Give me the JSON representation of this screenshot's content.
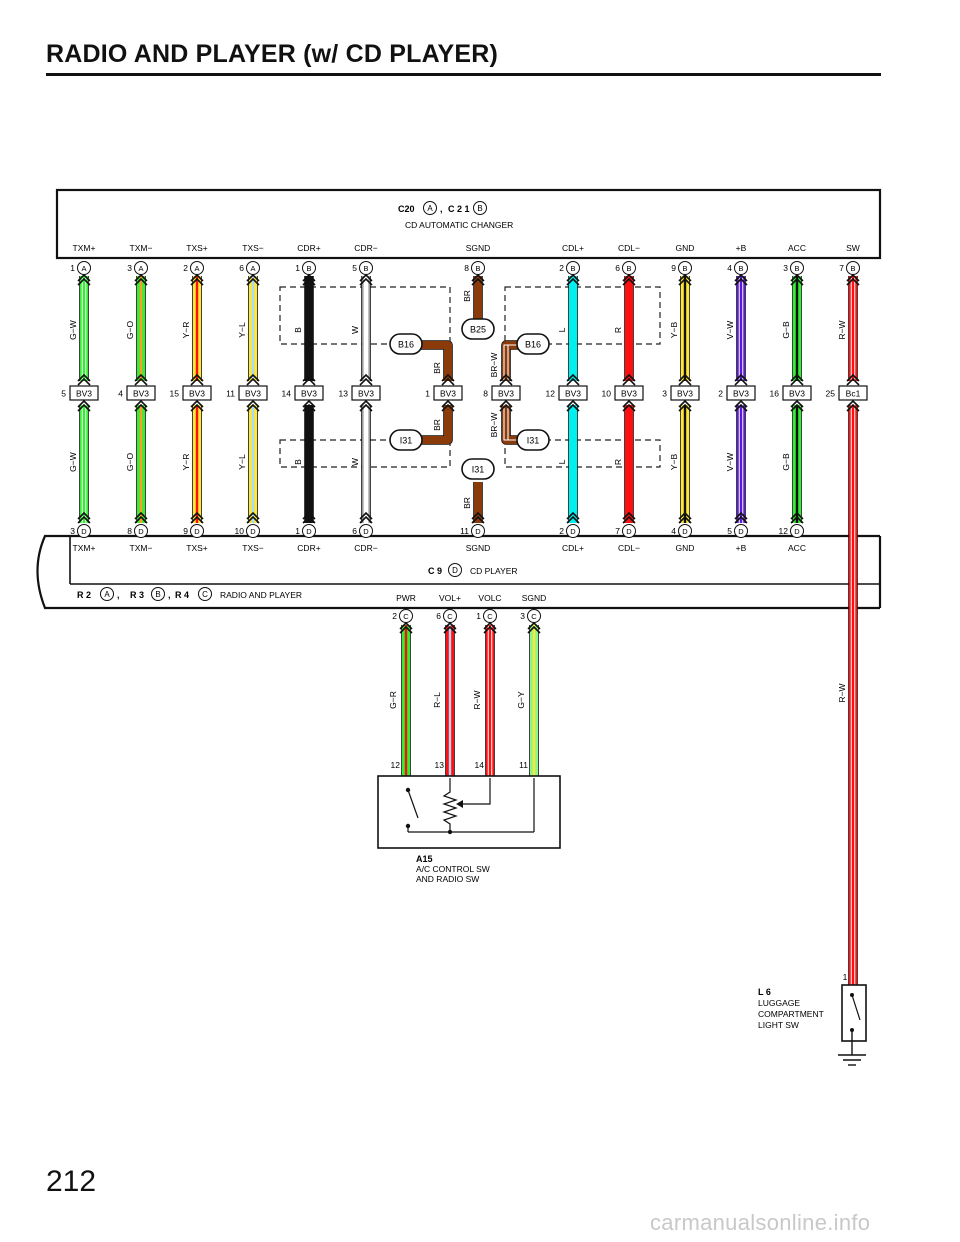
{
  "title": "RADIO AND PLAYER (w/ CD PLAYER)",
  "page_number": "212",
  "watermark": "carmanualsonline.info",
  "changer": {
    "code1": "C20",
    "letter1": "A",
    "code2": "C 2 1",
    "letter2": "B",
    "name": "CD AUTOMATIC CHANGER",
    "pins": [
      {
        "label": "TXM+",
        "num": "1",
        "conn": "A"
      },
      {
        "label": "TXM−",
        "num": "3",
        "conn": "A"
      },
      {
        "label": "TXS+",
        "num": "2",
        "conn": "A"
      },
      {
        "label": "TXS−",
        "num": "6",
        "conn": "A"
      },
      {
        "label": "CDR+",
        "num": "1",
        "conn": "B"
      },
      {
        "label": "CDR−",
        "num": "5",
        "conn": "B"
      },
      {
        "label": "SGND",
        "num": "8",
        "conn": "B"
      },
      {
        "label": "CDL+",
        "num": "2",
        "conn": "B"
      },
      {
        "label": "CDL−",
        "num": "6",
        "conn": "B"
      },
      {
        "label": "GND",
        "num": "9",
        "conn": "B"
      },
      {
        "label": "+B",
        "num": "4",
        "conn": "B"
      },
      {
        "label": "ACC",
        "num": "3",
        "conn": "B"
      },
      {
        "label": "SW",
        "num": "7",
        "conn": "B"
      }
    ]
  },
  "upper_wire_colors": [
    "G−W",
    "G−O",
    "Y−R",
    "Y−L",
    "B",
    "W",
    "BR",
    "L",
    "R",
    "Y−B",
    "V−W",
    "G−B",
    "R−W"
  ],
  "lower_wire_colors": [
    "G−W",
    "G−O",
    "Y−R",
    "Y−L",
    "B",
    "W",
    "BR",
    "L",
    "R",
    "Y−B",
    "V−W",
    "G−B"
  ],
  "splice_wires": [
    "BR",
    "BR−W",
    "BR",
    "BR−W",
    "BR"
  ],
  "junctions": [
    {
      "num": "5",
      "code": "BV3"
    },
    {
      "num": "4",
      "code": "BV3"
    },
    {
      "num": "15",
      "code": "BV3"
    },
    {
      "num": "11",
      "code": "BV3"
    },
    {
      "num": "14",
      "code": "BV3"
    },
    {
      "num": "13",
      "code": "BV3"
    },
    {
      "num": "1",
      "code": "BV3"
    },
    {
      "num": "8",
      "code": "BV3"
    },
    {
      "num": "12",
      "code": "BV3"
    },
    {
      "num": "10",
      "code": "BV3"
    },
    {
      "num": "3",
      "code": "BV3"
    },
    {
      "num": "2",
      "code": "BV3"
    },
    {
      "num": "16",
      "code": "BV3"
    },
    {
      "num": "25",
      "code": "Bc1"
    }
  ],
  "splices": [
    "B16",
    "B25",
    "B16",
    "I31",
    "I31",
    "I31"
  ],
  "player": {
    "code": "C 9",
    "letter": "D",
    "name": "CD PLAYER",
    "pins": [
      {
        "label": "TXM+",
        "num": "3",
        "conn": "D"
      },
      {
        "label": "TXM−",
        "num": "8",
        "conn": "D"
      },
      {
        "label": "TXS+",
        "num": "9",
        "conn": "D"
      },
      {
        "label": "TXS−",
        "num": "10",
        "conn": "D"
      },
      {
        "label": "CDR+",
        "num": "1",
        "conn": "D"
      },
      {
        "label": "CDR−",
        "num": "6",
        "conn": "D"
      },
      {
        "label": "SGND",
        "num": "11",
        "conn": "D"
      },
      {
        "label": "CDL+",
        "num": "2",
        "conn": "D"
      },
      {
        "label": "CDL−",
        "num": "7",
        "conn": "D"
      },
      {
        "label": "GND",
        "num": "4",
        "conn": "D"
      },
      {
        "label": "+B",
        "num": "5",
        "conn": "D"
      },
      {
        "label": "ACC",
        "num": "12",
        "conn": "D"
      }
    ]
  },
  "radio": {
    "code1": "R 2",
    "letter1": "A",
    "sep1": ",",
    "code2": "R 3",
    "letter2": "B",
    "sep2": ",",
    "code3": "R 4",
    "letter3": "C",
    "name": "RADIO AND PLAYER",
    "pins": [
      {
        "label": "PWR",
        "num": "2",
        "conn": "C",
        "wire": "G−R",
        "sw_pin": "12",
        "sw_label": "PWR"
      },
      {
        "label": "VOL+",
        "num": "6",
        "conn": "C",
        "wire": "R−L",
        "sw_pin": "13",
        "sw_label": "VOL+"
      },
      {
        "label": "VOLC",
        "num": "1",
        "conn": "C",
        "wire": "R−W",
        "sw_pin": "14",
        "sw_label": "VOLC"
      },
      {
        "label": "SGND",
        "num": "3",
        "conn": "C",
        "wire": "G−Y",
        "sw_pin": "11",
        "sw_label": "SGND"
      }
    ]
  },
  "ac_switch": {
    "code": "A15",
    "name_line1": "A/C CONTROL SW",
    "name_line2": "AND RADIO SW"
  },
  "long_wire": "R−W",
  "luggage": {
    "pin": "1",
    "code": "L 6",
    "line1": "LUGGAGE",
    "line2": "COMPARTMENT",
    "line3": "LIGHT SW"
  },
  "colors": {
    "green": "#33ee33",
    "orange": "#ff9b2b",
    "yellow": "#ffe733",
    "cyan": "#00f0f0",
    "light_blue": "#a8d8ff",
    "black": "#111111",
    "gray": "#9a9a9a",
    "brown": "#8b3a0a",
    "red": "#ff1010",
    "violet": "#5a18d8",
    "light_green": "#8cf58c"
  }
}
